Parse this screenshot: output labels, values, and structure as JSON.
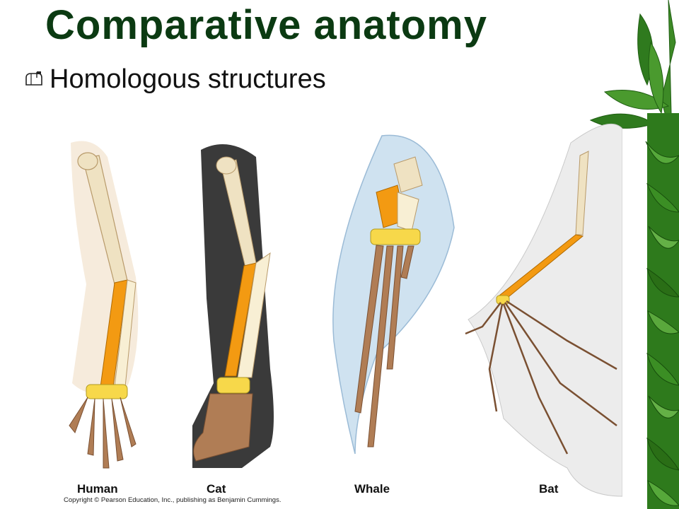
{
  "slide": {
    "title": "Comparative anatomy",
    "bullet": "Homologous structures",
    "bullet_icon": "mailbox-icon"
  },
  "figure": {
    "labels": {
      "human": "Human",
      "cat": "Cat",
      "whale": "Whale",
      "bat": "Bat"
    },
    "copyright": "Copyright © Pearson Education, Inc., publishing as Benjamin Cummings."
  },
  "colors": {
    "title": "#0b3a12",
    "humerus": "#efe2c2",
    "radius": "#f39a12",
    "carpals": "#f7d84a",
    "digits": "#b07d55",
    "bamboo": "#2f7a1e"
  }
}
